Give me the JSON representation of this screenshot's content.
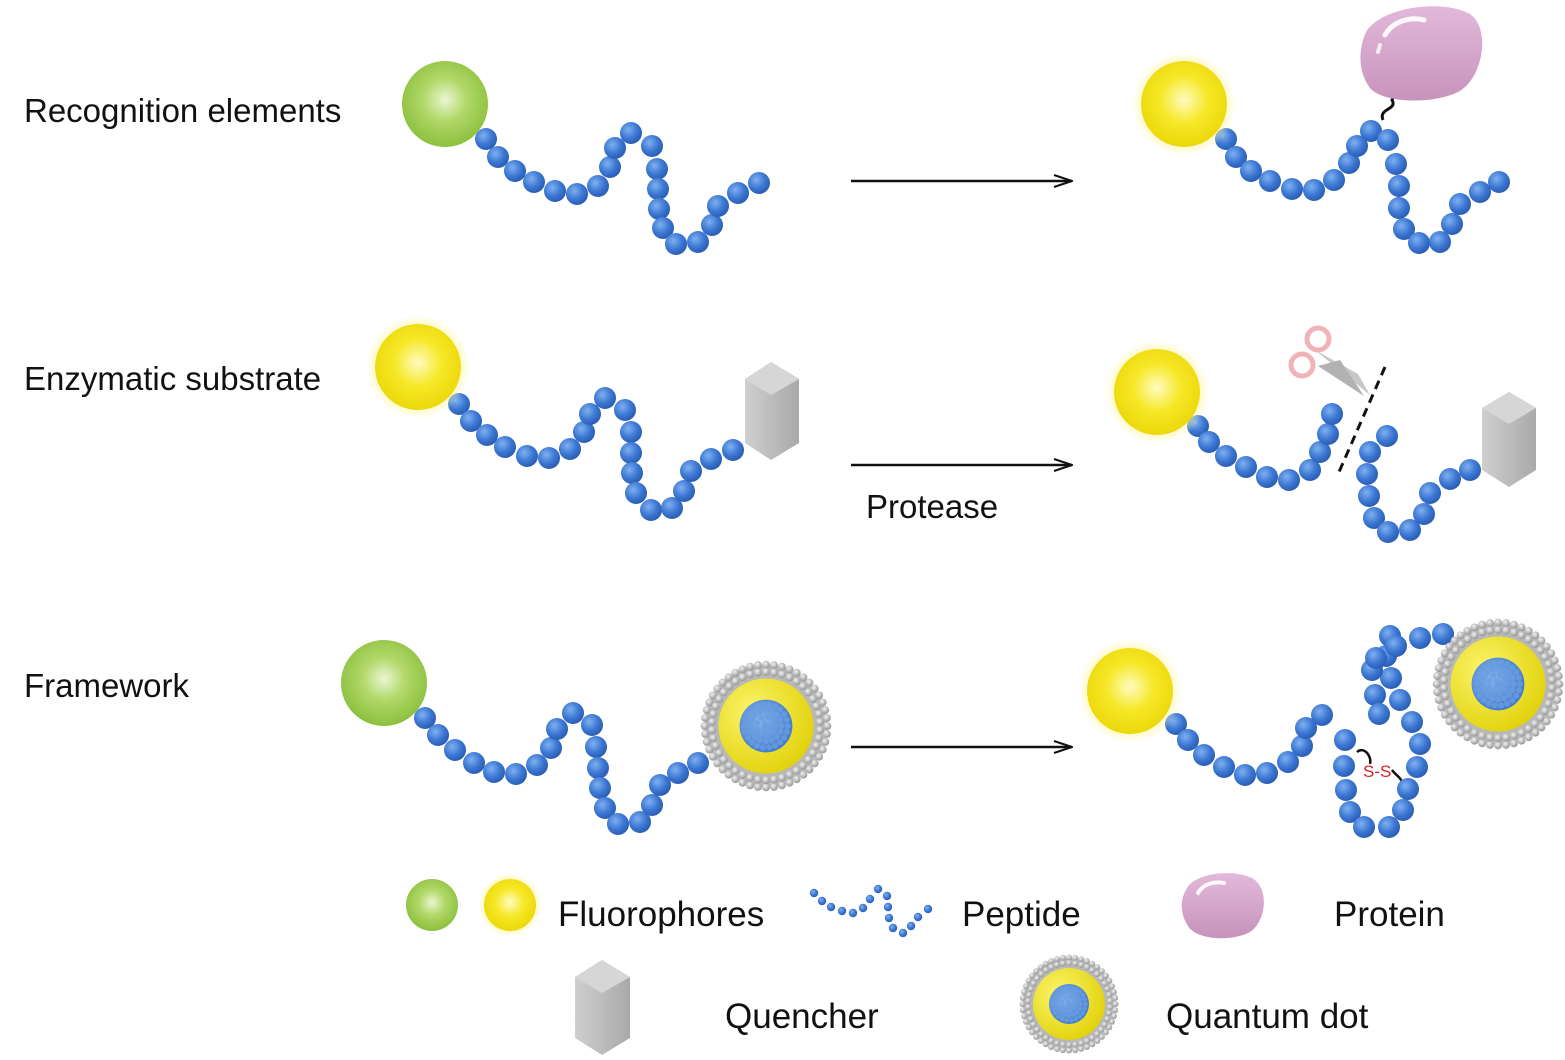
{
  "rows": [
    {
      "label": "Recognition elements",
      "arrow_label": ""
    },
    {
      "label": "Enzymatic substrate",
      "arrow_label": "Protease"
    },
    {
      "label": "Framework",
      "arrow_label": ""
    }
  ],
  "annotations": {
    "disulfide": "S-S"
  },
  "legend": {
    "fluorophores": "Fluorophores",
    "peptide": "Peptide",
    "protein": "Protein",
    "quencher": "Quencher",
    "quantum_dot": "Quantum dot"
  },
  "colors": {
    "green_fluorophore": "#9ccd54",
    "yellow_fluorophore": "#f3e31a",
    "peptide_bead": "#3f7ad6",
    "protein": "#d4a3c8",
    "quencher": "#b4b4b4",
    "qd_shell": "#a8a8a8",
    "qd_yellow": "#ece21b",
    "qd_core": "#5a93d8",
    "disulfide_text": "#d8202a"
  },
  "icons": [
    "fluorophore-green-icon",
    "fluorophore-yellow-icon",
    "peptide-icon",
    "protein-icon",
    "quencher-icon",
    "quantum-dot-icon",
    "scissors-icon",
    "arrow-icon"
  ]
}
